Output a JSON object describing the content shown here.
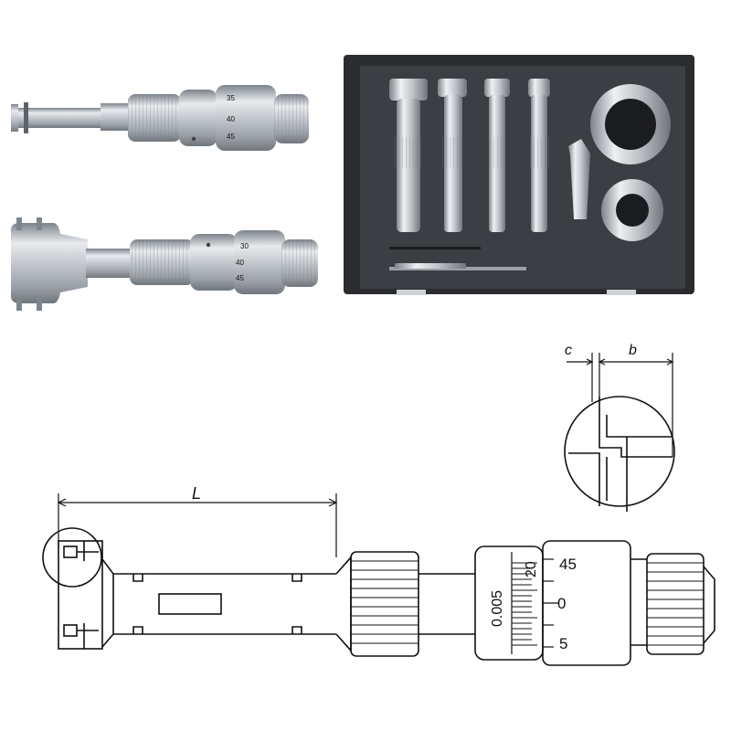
{
  "dimension_labels": {
    "length": "L",
    "c": "c",
    "b": "b"
  },
  "thimble_scale": {
    "upper": "45",
    "middle": "0",
    "lower": "5"
  },
  "sleeve_text": {
    "resolution": "0.005",
    "reading": "20"
  },
  "photo_scale_upper": [
    "35",
    "40",
    "45"
  ],
  "photo_scale_lower": [
    "30",
    "40",
    "45"
  ],
  "colors": {
    "line": "#111111",
    "metal_light": "#e9ecef",
    "metal_dark": "#8e959c",
    "case_dark": "#2a2c30",
    "case_inner": "#3b3e43"
  }
}
